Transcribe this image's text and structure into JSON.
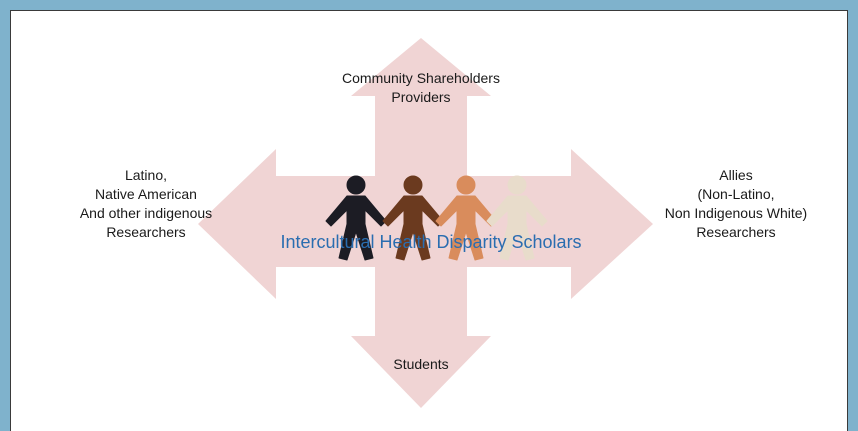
{
  "labels": {
    "top": [
      "Community Shareholders",
      "Providers"
    ],
    "left": [
      "Latino,",
      "Native American",
      "And other indigenous",
      "Researchers"
    ],
    "right": [
      "Allies",
      "(Non-Latino,",
      "Non Indigenous White)",
      "Researchers"
    ],
    "bottom": [
      "Students"
    ]
  },
  "center_title": "Intercultural Health Disparity Scholars",
  "colors": {
    "background": "#7fb2cc",
    "arrow_fill": "#f0d4d4",
    "title_text": "#2a6db0",
    "figure_1": "#1c1c24",
    "figure_2": "#6b3a1f",
    "figure_3": "#d98c5c",
    "figure_4": "#e8dccb"
  },
  "icons": [
    "four-way-arrow-icon",
    "paper-doll-people-icon"
  ]
}
